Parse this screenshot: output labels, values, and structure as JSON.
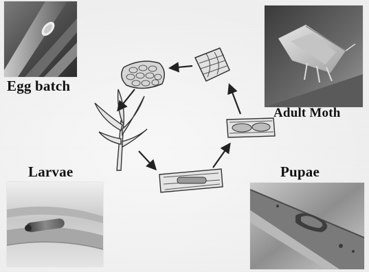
{
  "diagram": {
    "labels": {
      "egg_batch": "Egg batch",
      "adult_moth": "Adult Moth",
      "larvae": "Larvae",
      "pupae": "Pupae"
    },
    "colors": {
      "background": "#efefef",
      "label_text": "#111111",
      "arrow": "#222222"
    },
    "icons": [
      "egg-mass-icon",
      "adult-leaf-icon",
      "sugarcane-plant-icon",
      "larva-stem-icon",
      "pupa-stem-icon"
    ]
  }
}
